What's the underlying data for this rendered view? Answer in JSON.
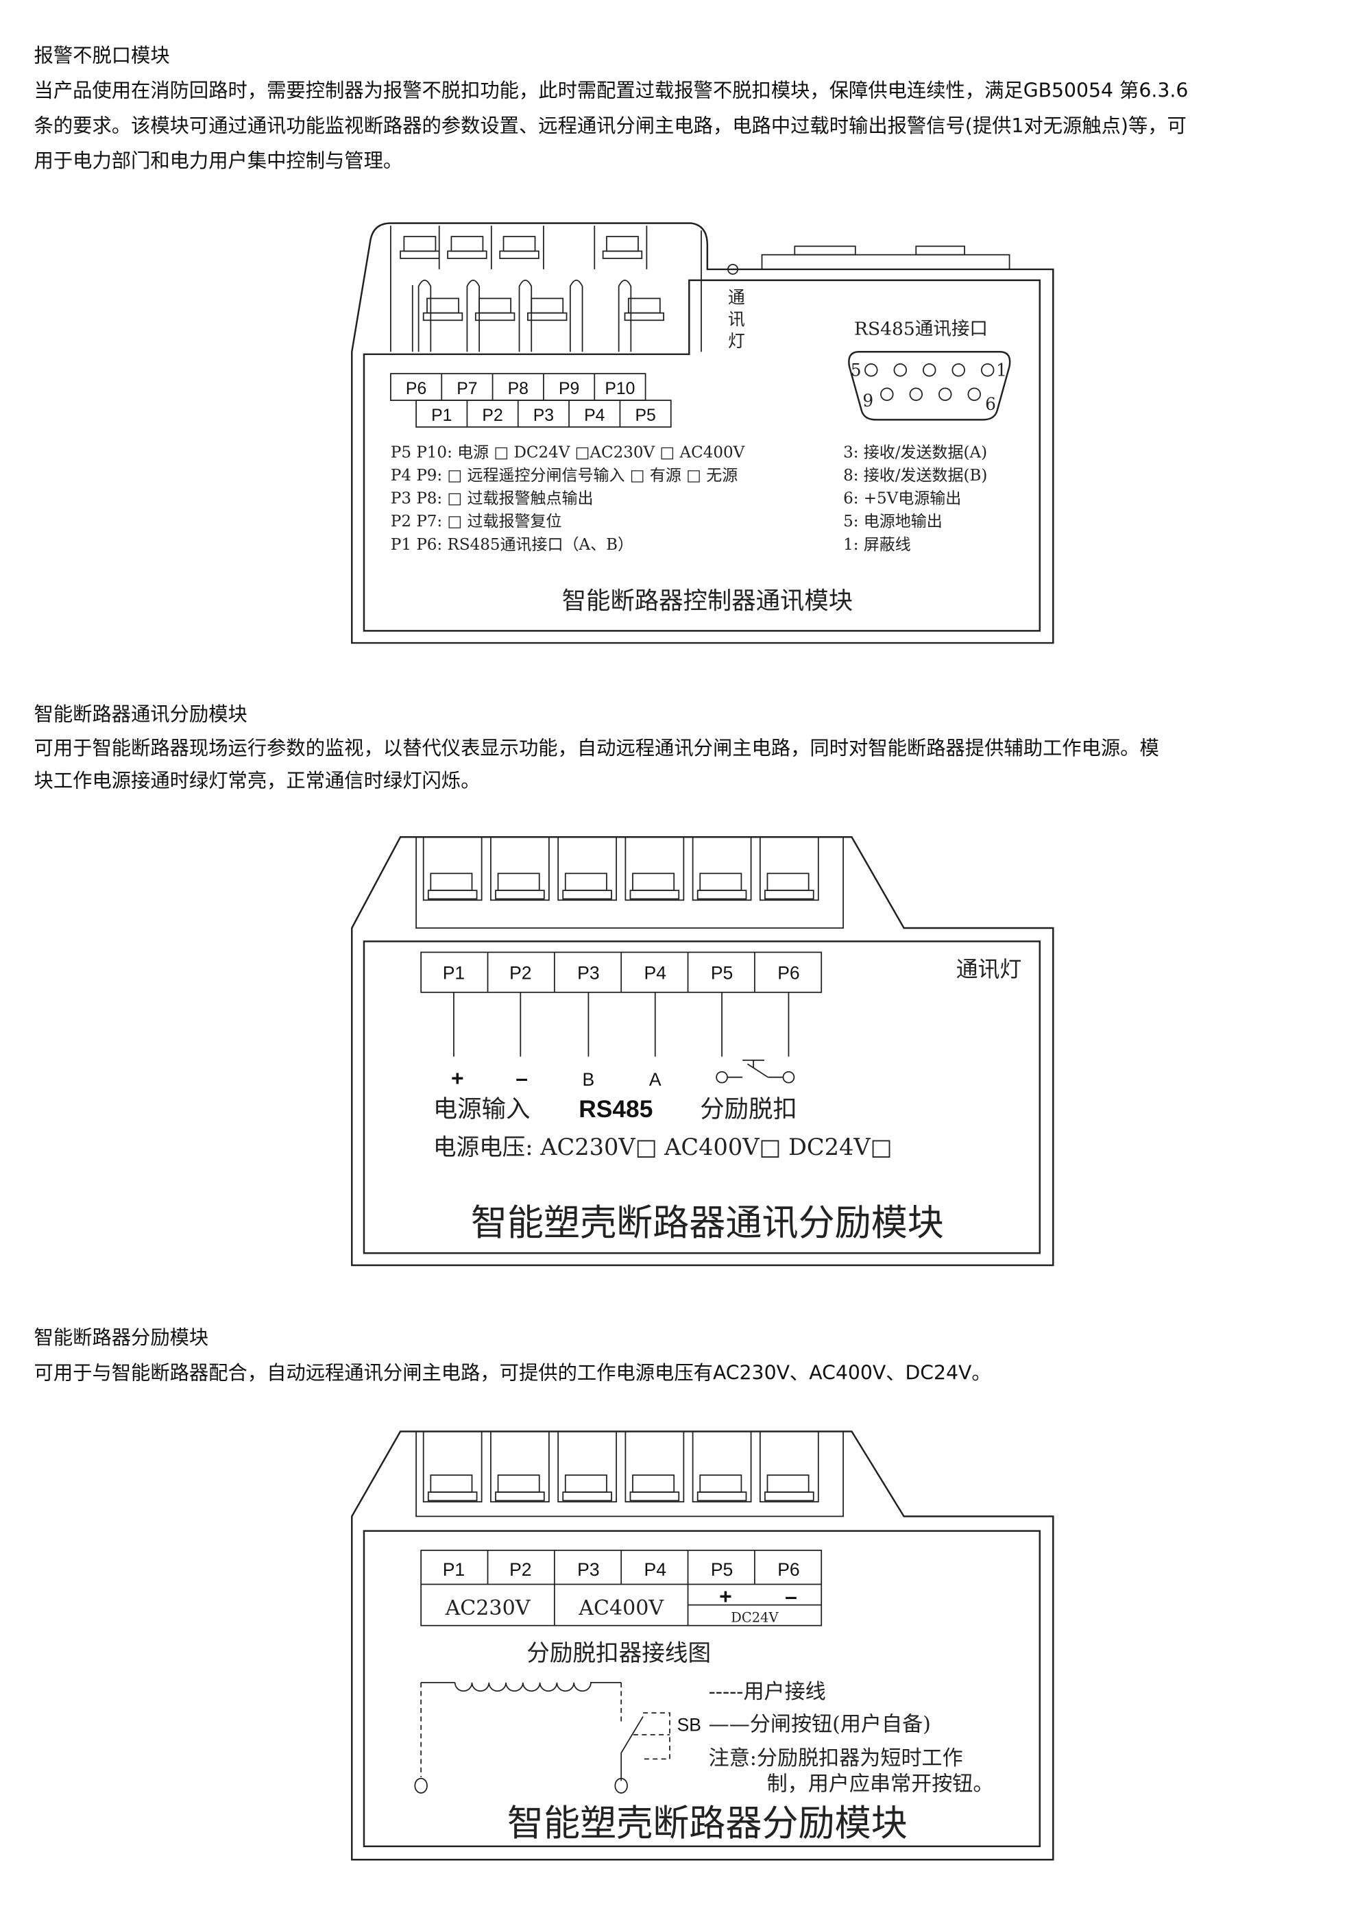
{
  "sections": [
    {
      "heading": "报警不脱口模块",
      "lines": [
        "当产品使用在消防回路时，需要控制器为报警不脱扣功能，此时需配置过载报警不脱扣模块，保障供电连续性，满足GB50054 第6.3.6",
        "条的要求。该模块可通过通讯功能监视断路器的参数设置、远程通讯分闸主电路，电路中过载时输出报警信号(提供1对无源触点)等，可",
        "用于电力部门和电力用户集中控制与管理。"
      ]
    },
    {
      "heading": "智能断路器通讯分励模块",
      "lines": [
        "可用于智能断路器现场运行参数的监视，以替代仪表显示功能，自动远程通讯分闸主电路，同时对智能断路器提供辅助工作电源。模",
        "块工作电源接通时绿灯常亮，正常通信时绿灯闪烁。"
      ]
    },
    {
      "heading": "智能断路器分励模块",
      "lines": [
        "可用于与智能断路器配合，自动远程通讯分闸主电路，可提供的工作电源电压有AC230V、AC400V、DC24V。"
      ]
    }
  ],
  "diagram1": {
    "led_label": [
      "通",
      "讯",
      "灯"
    ],
    "rs485_label": "RS485通讯接口",
    "pin_numbers": [
      "5",
      "1",
      "9",
      "6"
    ],
    "terminals_top": [
      "P6",
      "P7",
      "P8",
      "P9",
      "P10"
    ],
    "terminals_bottom": [
      "P1",
      "P2",
      "P3",
      "P4",
      "P5"
    ],
    "left_notes": [
      "P5 P10: 电源 □ DC24V  □AC230V □ AC400V",
      "P4 P9: □ 远程遥控分闸信号输入 □ 有源 □ 无源",
      "P3 P8: □ 过载报警触点输出",
      "P2 P7: □ 过载报警复位",
      "P1 P6: RS485通讯接口（A、B）"
    ],
    "right_notes": [
      "3: 接收/发送数据(A)",
      "8: 接收/发送数据(B)",
      "6: +5V电源输出",
      "5: 电源地输出",
      "1: 屏蔽线"
    ],
    "title": "智能断路器控制器通讯模块"
  },
  "diagram2": {
    "led_label": "通讯灯",
    "terminals": [
      "P1",
      "P2",
      "P3",
      "P4",
      "P5",
      "P6"
    ],
    "signals": [
      "+",
      "–",
      "B",
      "A"
    ],
    "group_labels": [
      "电源输入",
      "RS485",
      "分励脱扣"
    ],
    "voltage_line": "电源电压: AC230V□ AC400V□ DC24V□",
    "title": "智能塑壳断路器通讯分励模块"
  },
  "diagram3": {
    "terminals": [
      "P1",
      "P2",
      "P3",
      "P4",
      "P5",
      "P6"
    ],
    "voltages": [
      "AC230V",
      "AC400V"
    ],
    "dc_signs": [
      "+",
      "–"
    ],
    "dc_label": "DC24V",
    "wiring_title": "分励脱扣器接线图",
    "sb_label": "SB",
    "legend_user_wiring": "-----用户接线",
    "legend_button": "——分闸按钮(用户自备)",
    "note_line1": "注意:分励脱扣器为短时工作",
    "note_line2": "制，用户应串常开按钮。",
    "title": "智能塑壳断路器分励模块"
  }
}
